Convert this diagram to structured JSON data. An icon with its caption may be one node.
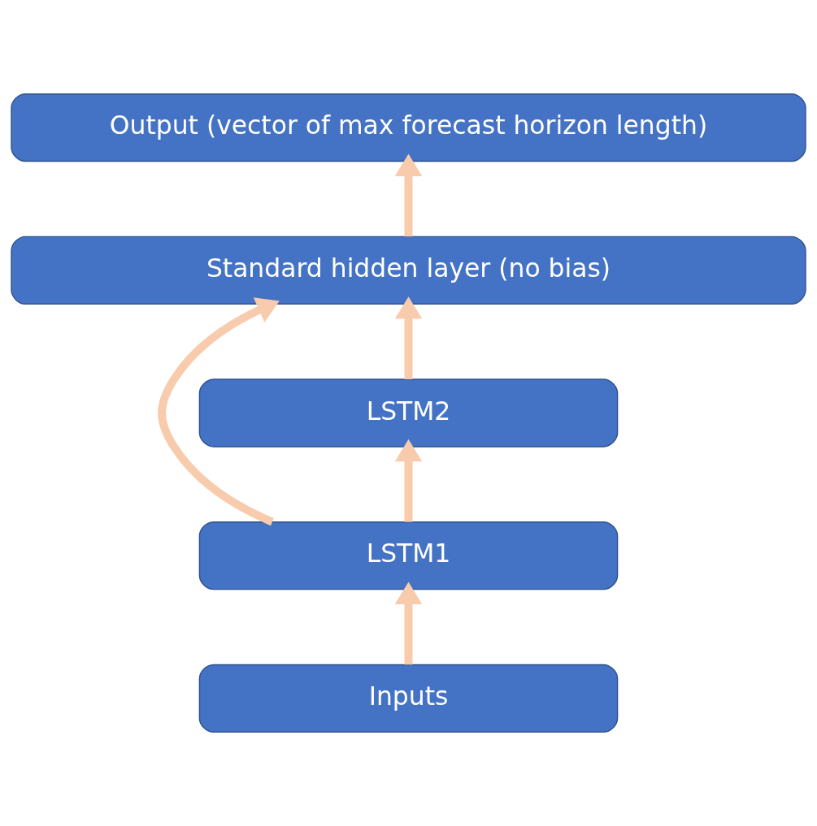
{
  "diagram": {
    "nodes": [
      {
        "text": [
          "Output (vector of max forecast horizon length)"
        ]
      },
      {
        "text": [
          "Standard hidden layer (no bias)"
        ]
      },
      {
        "text": [
          "LSTM2"
        ]
      },
      {
        "text": [
          "LSTM1"
        ]
      },
      {
        "text": [
          "Inputs"
        ]
      }
    ],
    "edges": [
      {
        "from": 4,
        "to": 3,
        "arrow": "to"
      },
      {
        "from": 3,
        "to": 2,
        "arrow": "to"
      },
      {
        "from": 2,
        "to": 1,
        "arrow": "to"
      },
      {
        "from": 1,
        "to": 0,
        "arrow": "to"
      },
      {
        "from": 3,
        "to": 1,
        "arrow": "to"
      }
    ]
  }
}
